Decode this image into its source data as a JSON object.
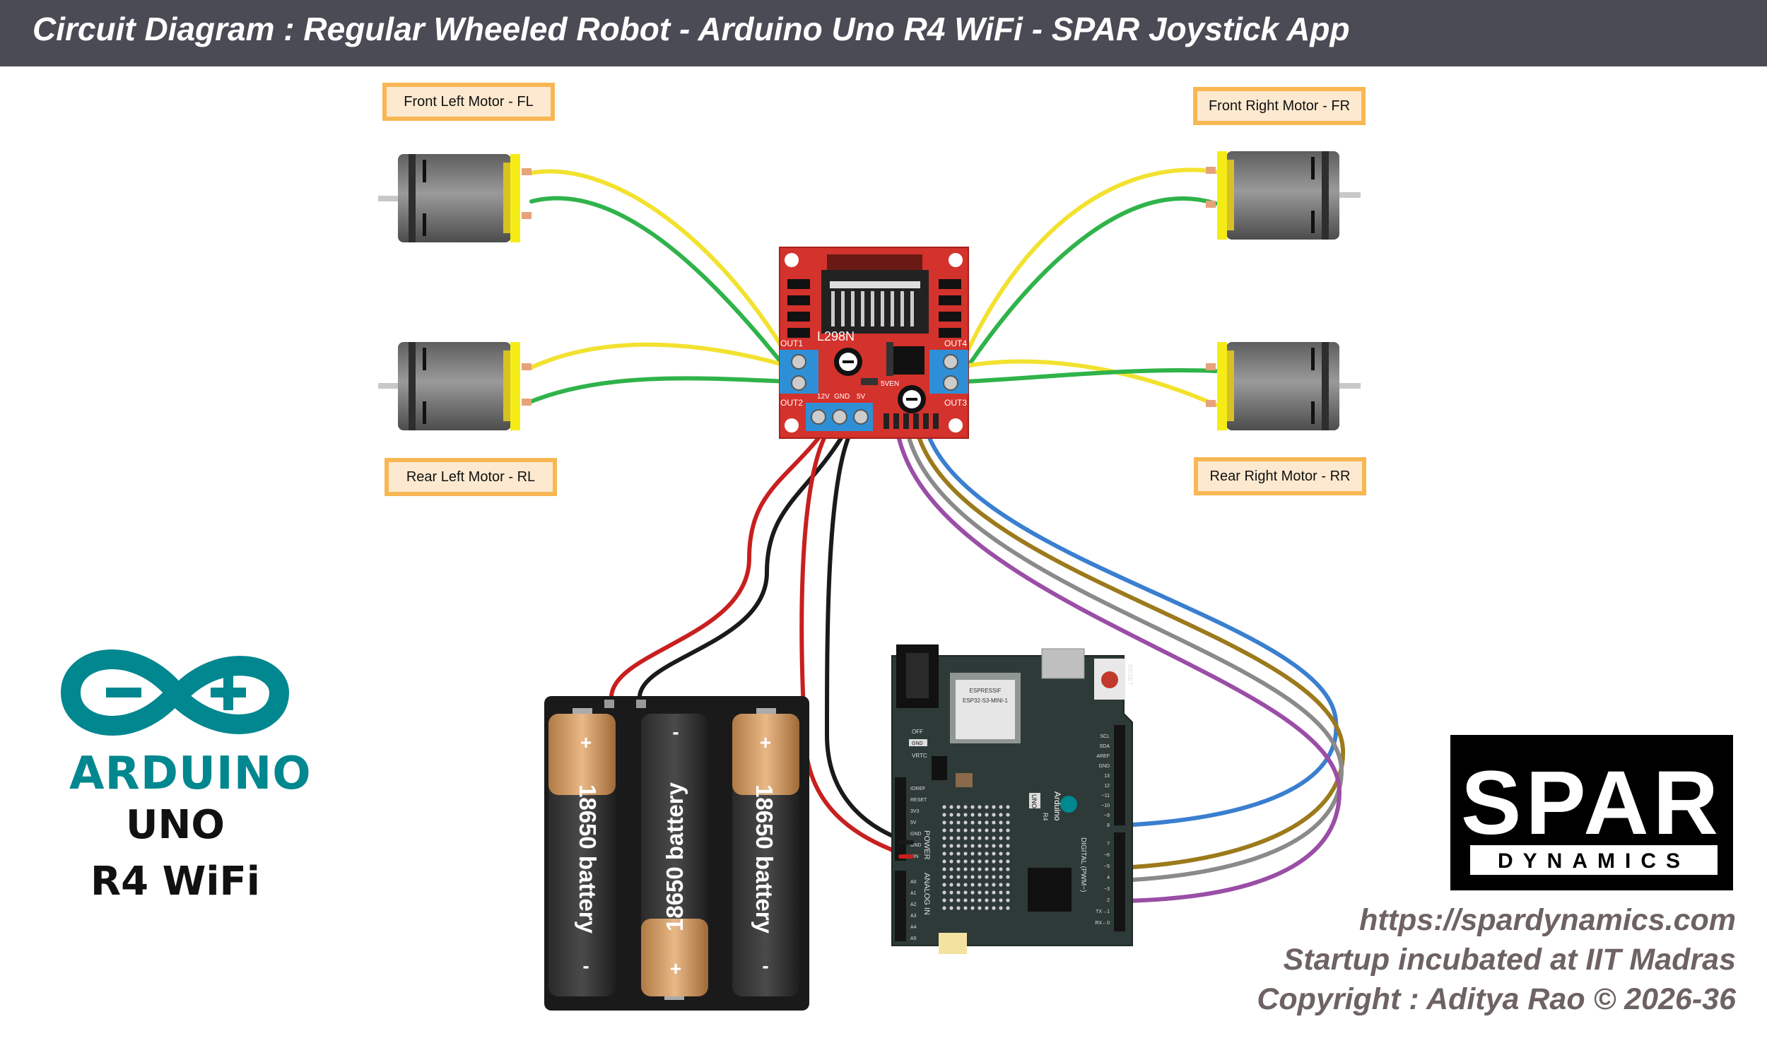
{
  "header": {
    "title": "Circuit Diagram : Regular Wheeled Robot - Arduino Uno R4 WiFi - SPAR Joystick App"
  },
  "motors": {
    "fl": "Front Left Motor - FL",
    "fr": "Front Right Motor - FR",
    "rl": "Rear Left Motor - RL",
    "rr": "Rear Right Motor - RR"
  },
  "driver": {
    "chip": "L298N",
    "out1": "OUT1",
    "out2": "OUT2",
    "out3": "OUT3",
    "out4": "OUT4",
    "v12": "12V",
    "gnd": "GND",
    "v5": "5V",
    "en": "5VEN"
  },
  "battery": {
    "cell": "18650 battery",
    "plus": "+",
    "minus": "-"
  },
  "board": {
    "module": "ESPRESSIF",
    "module_id": "ESP32-S3-MINI-1",
    "name": "Arduino",
    "uno": "UNO",
    "r4": "R4",
    "reset": "RESET",
    "power": "POWER",
    "analog": "ANALOG IN",
    "digital": "DIGITAL (PWM~)",
    "left_pins": [
      "IOREF",
      "RESET",
      "3V3",
      "5V",
      "GND",
      "GND",
      "VIN"
    ],
    "analog_pins": [
      "A0",
      "A1",
      "A2",
      "A3",
      "A4",
      "A5"
    ],
    "right_pins_top": [
      "SCL",
      "SDA",
      "AREF",
      "GND",
      "13",
      "12",
      "~11",
      "~10",
      "~9",
      "8"
    ],
    "right_pins_bottom": [
      "7",
      "~6",
      "~5",
      "4",
      "~3",
      "2",
      "TX→1",
      "RX←0"
    ],
    "off": "OFF",
    "gnd_label": "GND",
    "vrtc": "VRTC"
  },
  "logo": {
    "brand": "ARDUINO",
    "line1": "UNO",
    "line2": "R4 WiFi"
  },
  "spar": {
    "name": "SPAR",
    "sub": "DYNAMICS"
  },
  "footer": {
    "url": "https://spardynamics.com",
    "tagline": "Startup incubated at IIT Madras",
    "copyright": "Copyright : Aditya Rao © 2026-36"
  },
  "colors": {
    "title_bar": "#4a4b54",
    "label_fill": "#fde9cf",
    "label_border": "#f8b753",
    "driver_board": "#d4322c",
    "terminal_blue": "#2f8fd6",
    "arduino_teal": "#00878f",
    "board_green": "#2d3a38",
    "wire_yellow": "#f2e22f",
    "wire_green": "#2fb34a",
    "wire_red": "#c81f1f",
    "wire_black": "#1a1a1a",
    "wire_blue": "#3a7fd0",
    "wire_brown": "#9c7a1c",
    "wire_gray": "#8a8a8a",
    "wire_purple": "#9a4ea6"
  }
}
